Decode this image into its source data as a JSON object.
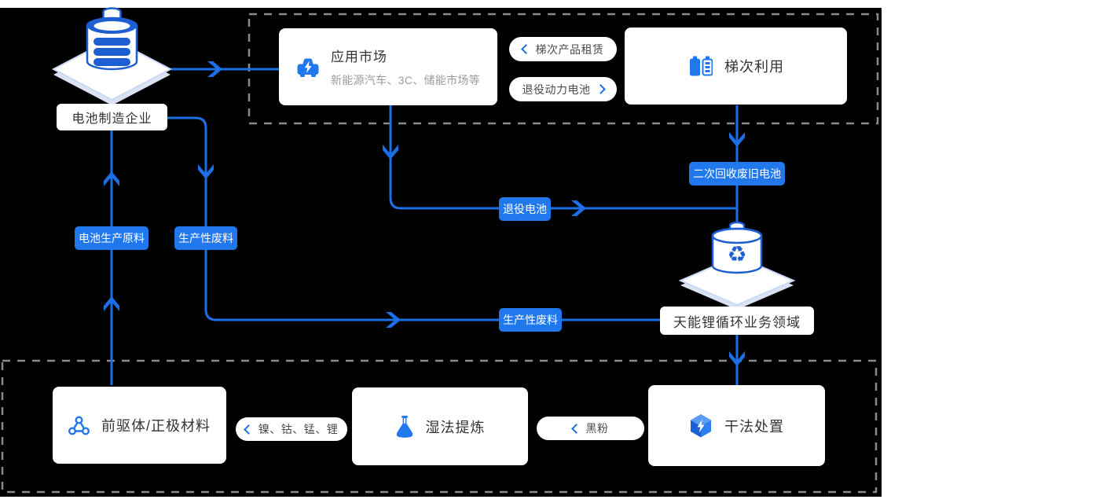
{
  "palette": {
    "line_blue": "#1d6fe8",
    "badge_blue": "#2177ec",
    "icon_blue": "#1d5fd0",
    "card_text": "#333333",
    "subtitle_gray": "#9b9b9b",
    "pill_text": "#4a4a4a",
    "dash_border": "#8a8a8a",
    "canvas_bg": "#000000",
    "page_bg": "#ffffff"
  },
  "nodes": {
    "battery_manufacturer": {
      "label": "电池制造企业",
      "icon": "battery-drum-3d-icon"
    },
    "app_market": {
      "title": "应用市场",
      "subtitle": "新能源汽车、3C、储能市场等",
      "icon": "ev-car-icon"
    },
    "echelon_use": {
      "title": "梯次利用",
      "icon": "battery-pair-icon"
    },
    "tianneng_recycle": {
      "label": "天能锂循环业务领域",
      "icon": "recycle-bin-3d-icon"
    },
    "precursor": {
      "title": "前驱体/正极材料",
      "icon": "molecule-icon"
    },
    "wet_refining": {
      "title": "湿法提炼",
      "icon": "flask-icon"
    },
    "dry_disposal": {
      "title": "干法处置",
      "icon": "cube-icon"
    }
  },
  "pills": {
    "echelon_product_lease": "梯次产品租赁",
    "retired_power_battery": "退役动力电池",
    "ni_co_mn_li": "镍、钴、锰、锂",
    "black_powder": "黑粉"
  },
  "badges": {
    "retired_battery": "退役电池",
    "secondary_recycled_battery": "二次回收废旧电池",
    "battery_raw_material": "电池生产原料",
    "production_waste_left": "生产性废料",
    "production_waste_mid": "生产性废料"
  }
}
